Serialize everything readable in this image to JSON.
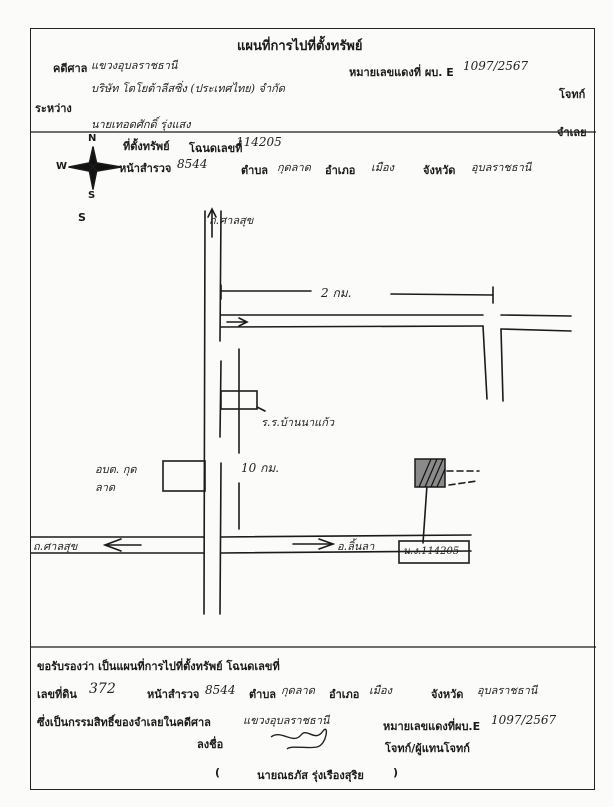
{
  "header": {
    "title": "แผนที่การไปที่ตั้งทรัพย์",
    "court_label": "คดีศาล",
    "court_value": "แขวงอุบลราชธานี",
    "black_case_label": "หมายเลขแดงที่ ผบ. E",
    "black_case_value": "1097/2567",
    "plaintiff_value": "บริษัท โตโยต้าลีสซิ่ง (ประเทศไทย) จำกัด",
    "plaintiff_role": "โจทก์",
    "between_label": "ระหว่าง",
    "defendant_value": "นายเทอดศักดิ์ รุ่งแสง",
    "defendant_role": "จำเลย"
  },
  "property": {
    "location_label": "ที่ตั้งทรัพย์",
    "title_deed_label": "โฉนดเลขที่",
    "title_deed_value": "114205",
    "survey_label": "หน้าสำรวจ",
    "survey_value": "8544",
    "subdistrict_label": "ตำบล",
    "subdistrict_value": "กุดลาด",
    "district_label": "อำเภอ",
    "district_value": "เมือง",
    "province_label": "จังหวัด",
    "province_value": "อุบลราชธานี"
  },
  "compass": {
    "n": "N",
    "w": "W",
    "s": "S",
    "s2": "S"
  },
  "map": {
    "road_top": "ถ.ศาลสุข",
    "distance_2km": "2 กม.",
    "temple": "ร.ร.บ้านนาแก้ว",
    "office": "อบต. กุดลาด",
    "distance_10km": "10 กม.",
    "road_left": "ถ.ศาลสุข",
    "road_right": "อ.ลิ้นลา",
    "parcel_label": "น.ง.114205"
  },
  "footer": {
    "certify_text": "ขอรับรองว่า เป็นแผนที่การไปที่ตั้งทรัพย์ โฉนดเลขที่",
    "land_no_label": "เลขที่ดิน",
    "land_no_value": "372",
    "survey_label": "หน้าสำรวจ",
    "survey_value": "8544",
    "subdistrict_label": "ตำบล",
    "subdistrict_value": "กุดลาด",
    "district_label": "อำเภอ",
    "district_value": "เมือง",
    "province_label": "จังหวัด",
    "province_value": "อุบลราชธานี",
    "ownership_text": "ซึ่งเป็นกรรมสิทธิ์ของจำเลยในคดีศาล",
    "court_value": "แขวงอุบลราชธานี",
    "black_case_label": "หมายเลขแดงที่ผบ.E",
    "black_case_value": "1097/2567",
    "sign_label": "ลงชื่อ",
    "sign_role": "โจทก์/ผู้แทนโจทก์",
    "signer_open": "(",
    "signer_name": "นายณธภัส รุ่งเรืองสุริย",
    "signer_close": ")"
  }
}
